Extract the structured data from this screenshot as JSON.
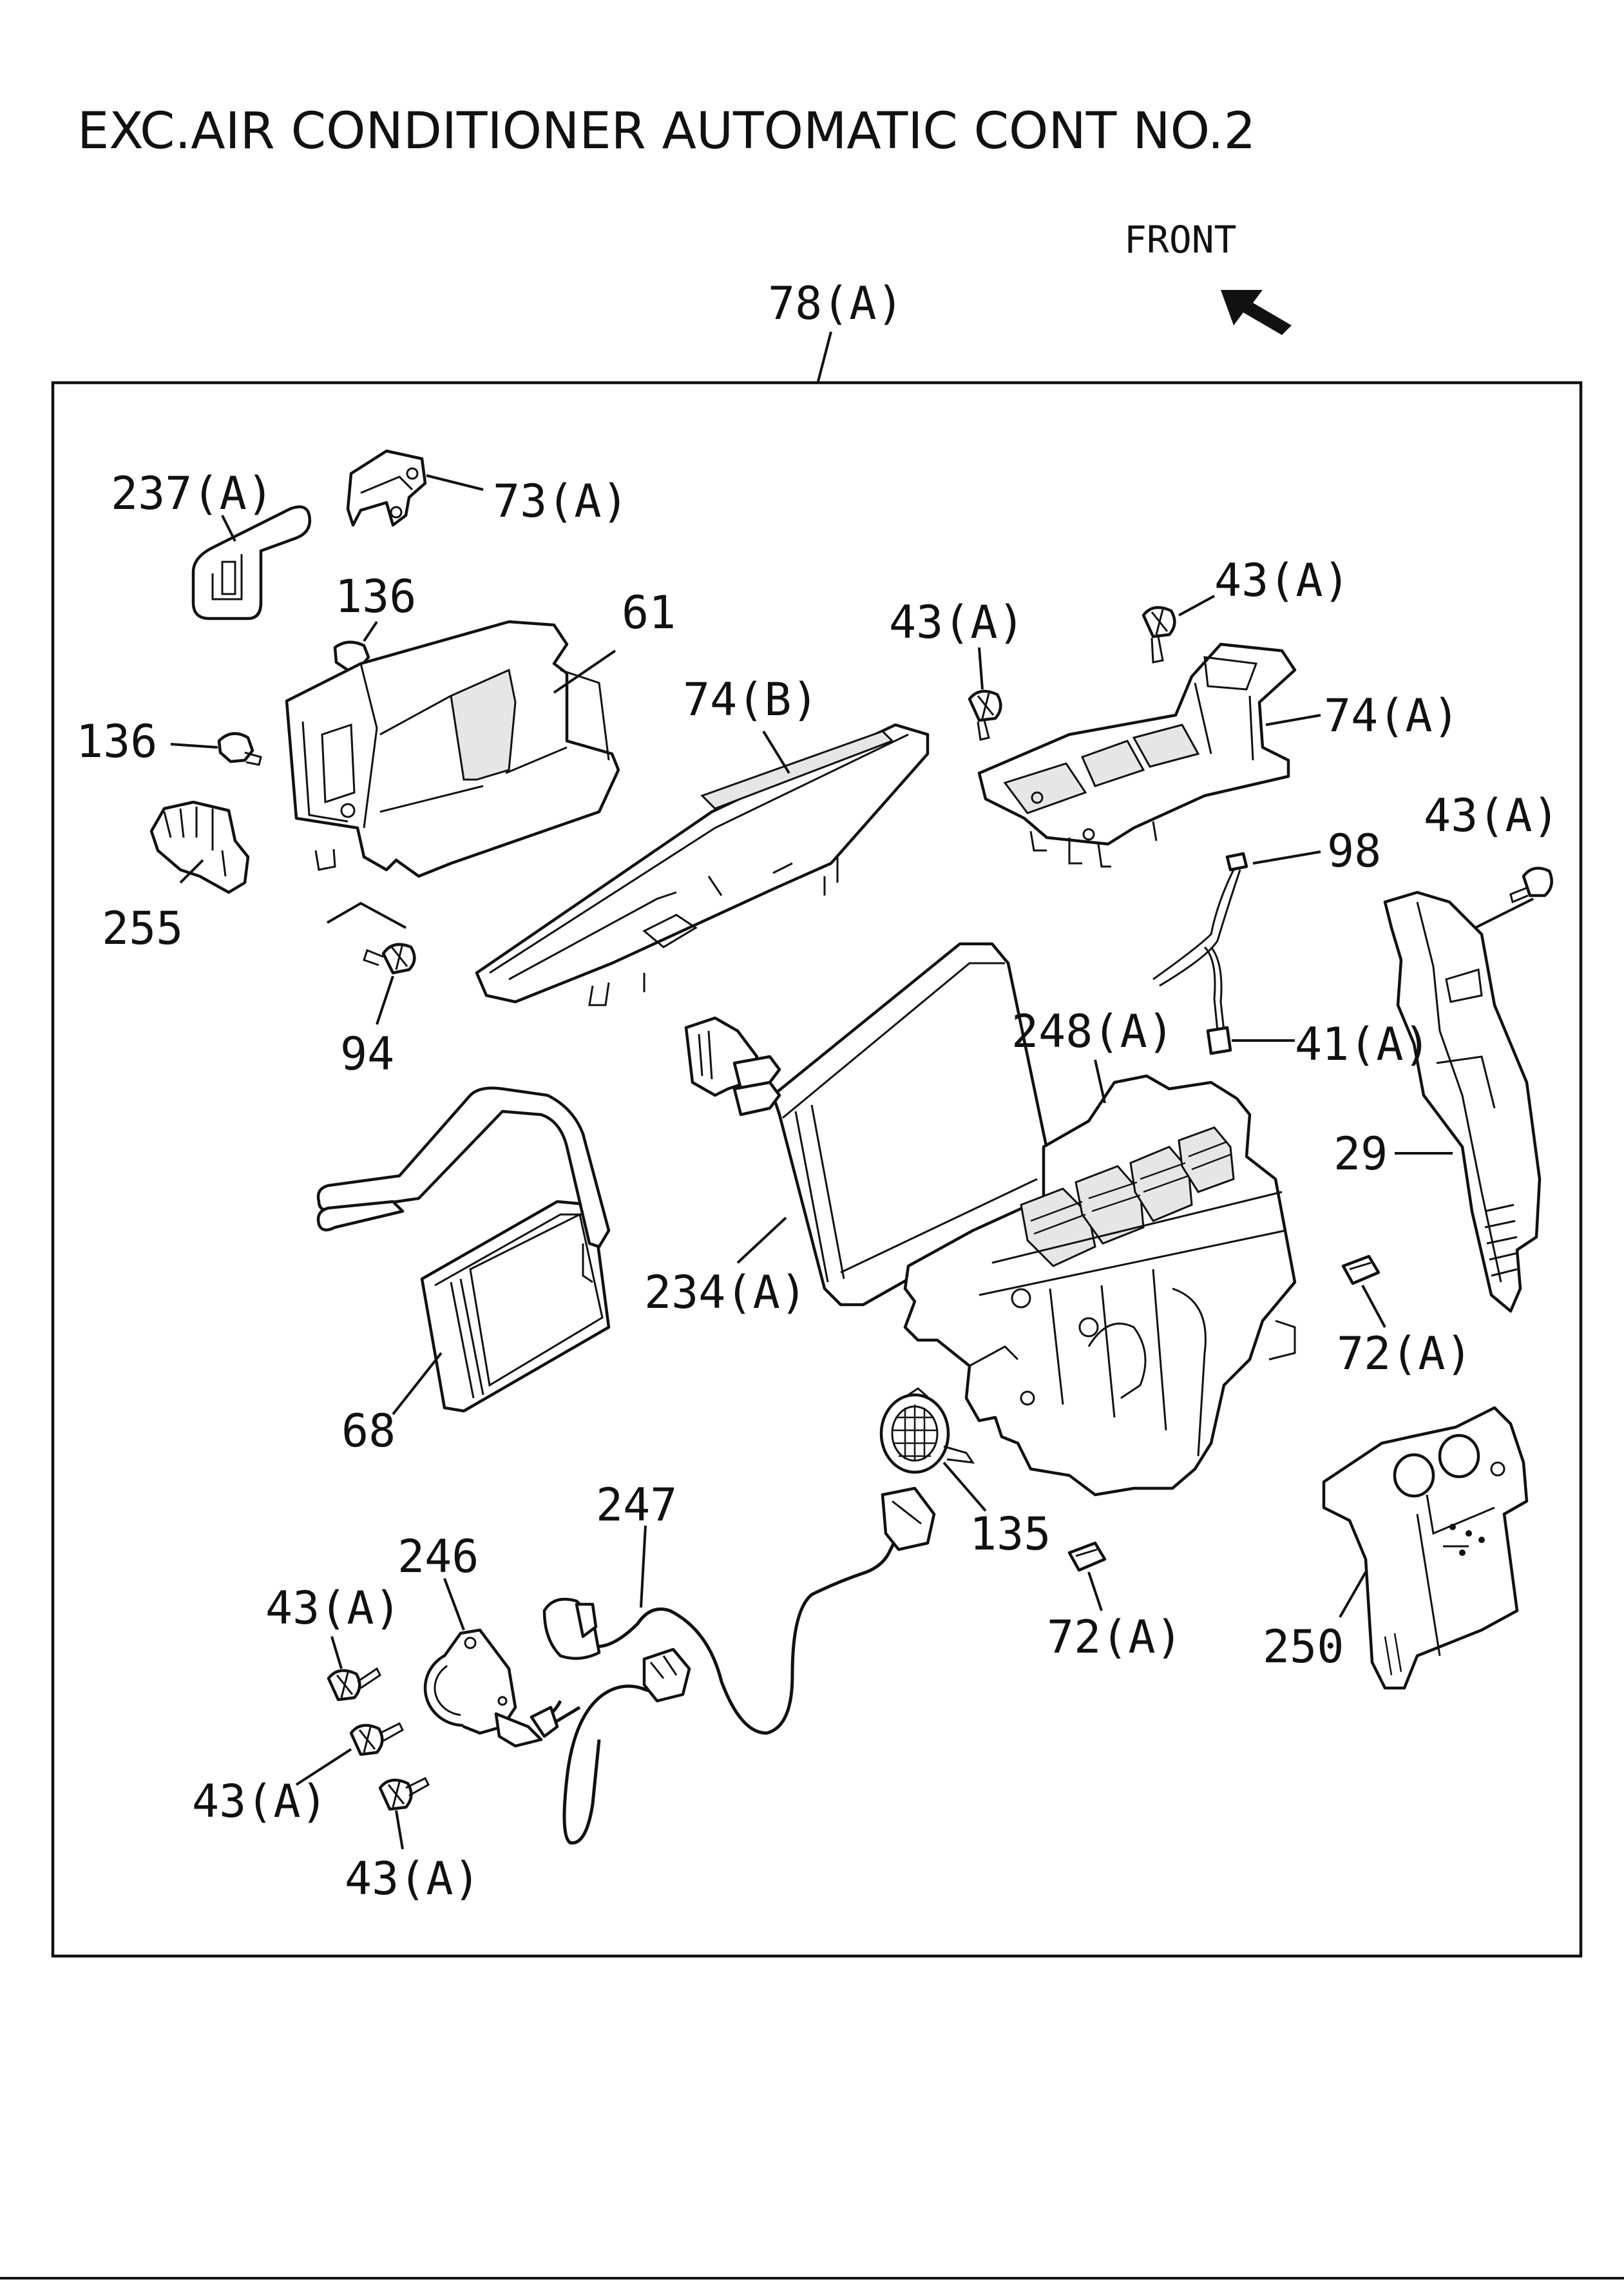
{
  "title": "EXC.AIR CONDITIONER AUTOMATIC CONT NO.2",
  "direction_label": "FRONT",
  "assembly_label": "78(A)",
  "callouts": [
    {
      "id": "c-237A",
      "text": "237(A)"
    },
    {
      "id": "c-73A",
      "text": "73(A)"
    },
    {
      "id": "c-136a",
      "text": "136"
    },
    {
      "id": "c-61",
      "text": "61"
    },
    {
      "id": "c-136b",
      "text": "136"
    },
    {
      "id": "c-255",
      "text": "255"
    },
    {
      "id": "c-94",
      "text": "94"
    },
    {
      "id": "c-74B",
      "text": "74(B)"
    },
    {
      "id": "c-43Aa",
      "text": "43(A)"
    },
    {
      "id": "c-43Ab",
      "text": "43(A)"
    },
    {
      "id": "c-74A",
      "text": "74(A)"
    },
    {
      "id": "c-98",
      "text": "98"
    },
    {
      "id": "c-43Ac",
      "text": "43(A)"
    },
    {
      "id": "c-41A",
      "text": "41(A)"
    },
    {
      "id": "c-248A",
      "text": "248(A)"
    },
    {
      "id": "c-29",
      "text": "29"
    },
    {
      "id": "c-234A",
      "text": "234(A)"
    },
    {
      "id": "c-68",
      "text": "68"
    },
    {
      "id": "c-72Aa",
      "text": "72(A)"
    },
    {
      "id": "c-135",
      "text": "135"
    },
    {
      "id": "c-247",
      "text": "247"
    },
    {
      "id": "c-246",
      "text": "246"
    },
    {
      "id": "c-43Ad",
      "text": "43(A)"
    },
    {
      "id": "c-72Ab",
      "text": "72(A)"
    },
    {
      "id": "c-250",
      "text": "250"
    },
    {
      "id": "c-43Ae",
      "text": "43(A)"
    },
    {
      "id": "c-43Af",
      "text": "43(A)"
    }
  ]
}
